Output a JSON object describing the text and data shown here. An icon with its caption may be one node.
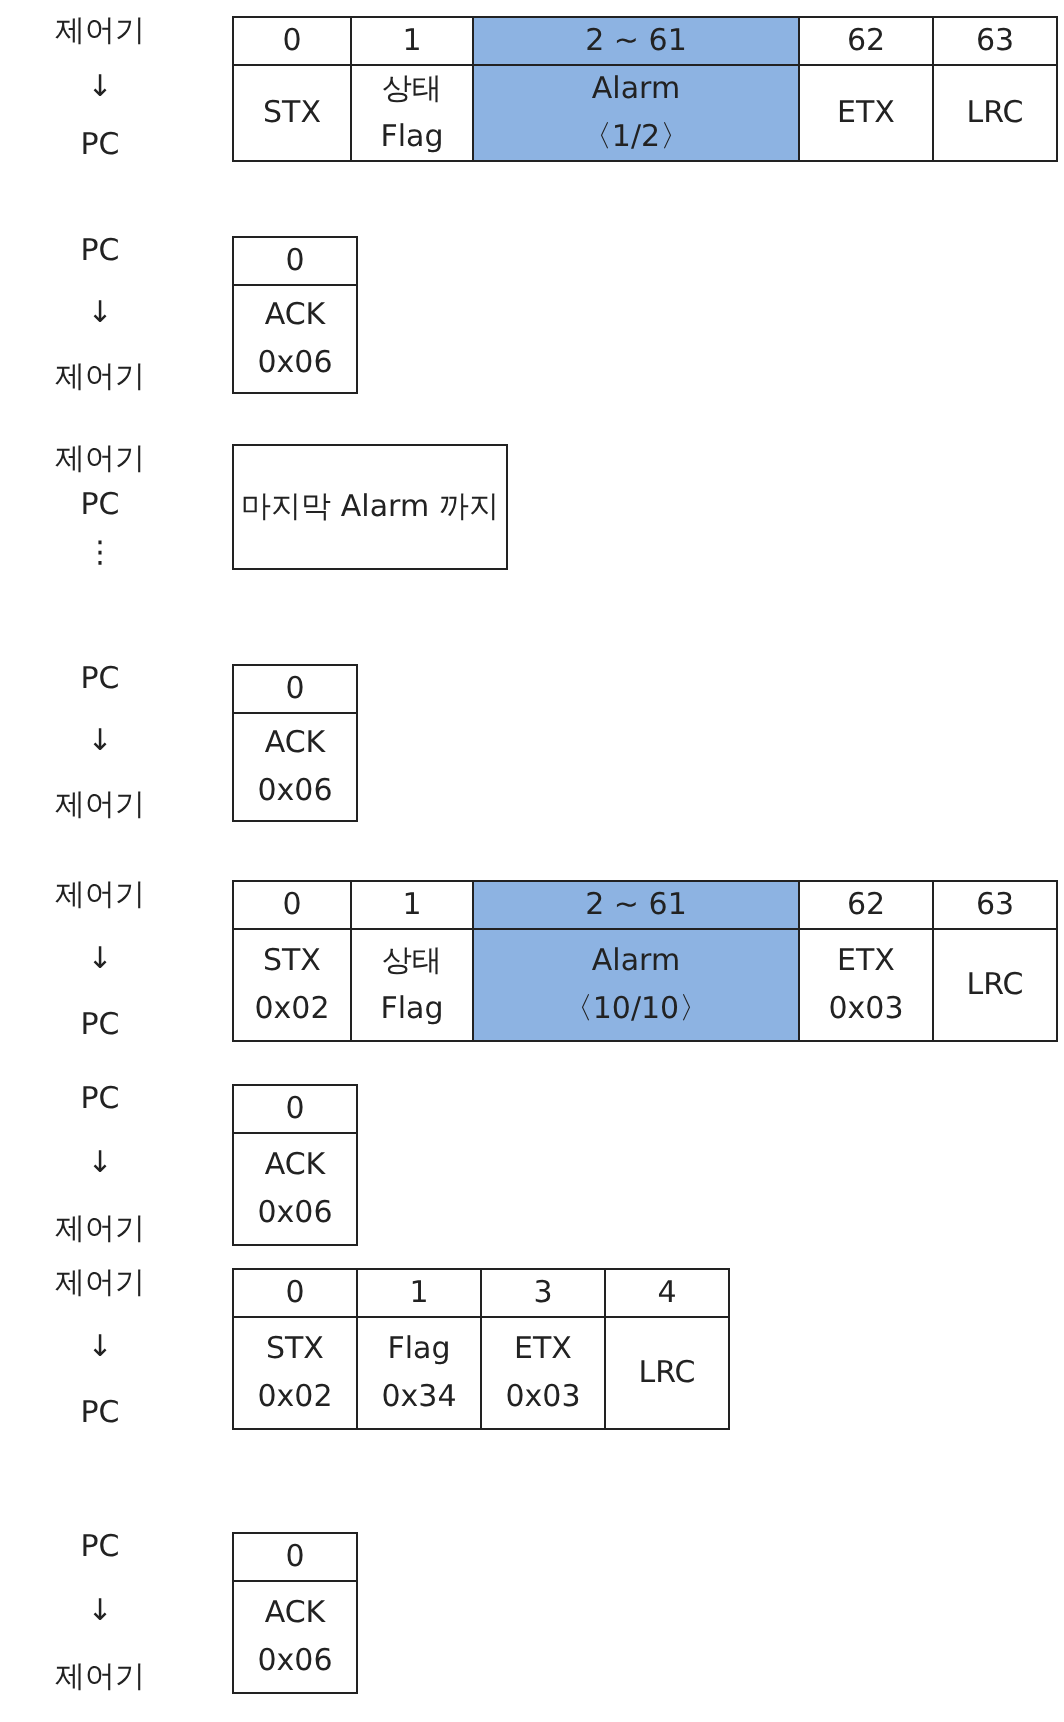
{
  "diagram": {
    "labels": [
      "제어기",
      "↓",
      "PC",
      "0",
      "1",
      "2 ~ 61",
      "62",
      "63",
      "STX",
      "상태 Flag",
      "Alarm 〈1/2〉",
      "ETX",
      "LRC",
      "PC",
      "↓",
      "제어기",
      "0",
      "ACK 0x06",
      "제어기",
      "PC",
      "⋮",
      "마지막 Alarm 까지",
      "PC",
      "↓",
      "제어기",
      "0",
      "ACK 0x06",
      "제어기",
      "↓",
      "PC",
      "0",
      "1",
      "2 ~ 61",
      "62",
      "63",
      "STX 0x02",
      "상태 Flag",
      "Alarm 〈10/10〉",
      "ETX 0x03",
      "LRC",
      "PC",
      "↓",
      "제어기",
      "0",
      "ACK 0x06",
      "제어기",
      "↓",
      "PC",
      "0",
      "1",
      "3",
      "4",
      "STX 0x02",
      "Flag 0x34",
      "ETX 0x03",
      "LRC",
      "PC",
      "↓",
      "제어기",
      "0",
      "ACK 0x06"
    ]
  }
}
